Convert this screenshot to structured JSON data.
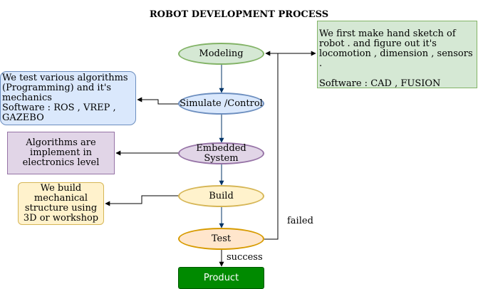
{
  "title": "ROBOT DEVELOPMENT PROCESS",
  "nodes": {
    "modeling": "Modeling",
    "simulate": "Simulate /Control",
    "embedded": "Embedded System",
    "build": "Build",
    "test": "Test",
    "product": "Product"
  },
  "notes": {
    "modeling": {
      "line1": "We first make hand sketch of robot . and figure out it's locomotion , dimension , sensors .",
      "line2": "Software : CAD , FUSION"
    },
    "simulate": "We test various algorithms (Programming) and it's mechanics\nSoftware : ROS , VREP , GAZEBO",
    "embedded": "Algorithms are implement in electronics level",
    "build": "We build mechanical structure using 3D or workshop"
  },
  "edges": {
    "failed": "failed",
    "success": "success"
  },
  "colors": {
    "arrow_main": "#003366",
    "arrow_side": "#000000"
  }
}
